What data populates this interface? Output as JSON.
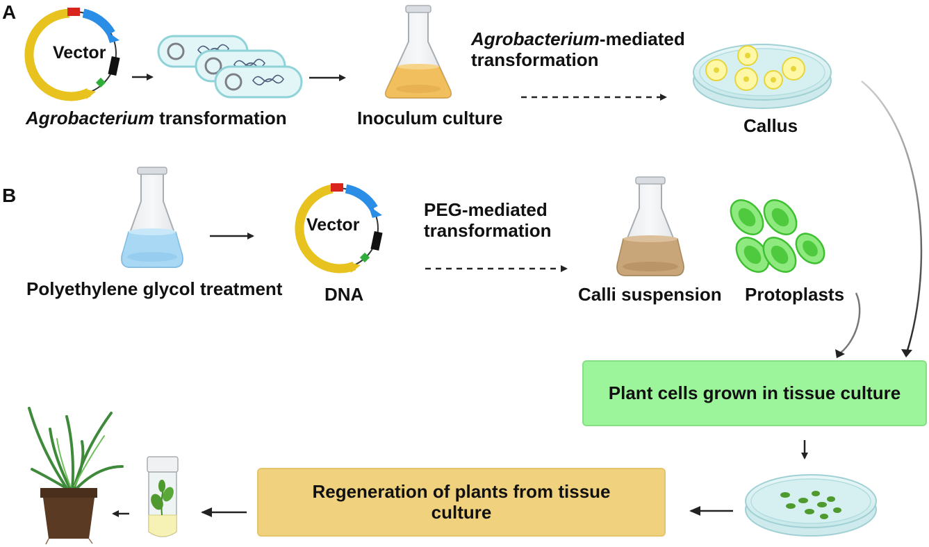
{
  "panels": {
    "a": "A",
    "b": "B"
  },
  "panel_a": {
    "vector_label": "Vector",
    "agro_italic": "Agrobacterium",
    "agro_rest": " transformation",
    "inoculum": "Inoculum culture",
    "mediated_italic": "Agrobacterium",
    "mediated_rest": "-mediated",
    "mediated_line2": "transformation",
    "callus": "Callus"
  },
  "panel_b": {
    "peg_treatment": "Polyethylene glycol treatment",
    "vector_label": "Vector",
    "dna": "DNA",
    "peg_line1": "PEG-mediated",
    "peg_line2": "transformation",
    "calli": "Calli suspension",
    "protoplasts": "Protoplasts"
  },
  "steps": {
    "tissue_culture": "Plant cells grown in tissue culture",
    "regeneration": "Regeneration of plants from tissue culture"
  },
  "colors": {
    "plasmid_yellow": "#e8c21f",
    "plasmid_blue": "#2a8de6",
    "plasmid_red": "#d9241e",
    "plasmid_green": "#2fae3a",
    "green_box": "#9cf59a",
    "gold_box": "#f0d27e",
    "inoculum_liquid": "#f1bf5e",
    "peg_liquid": "#a9d8f4",
    "calli_liquid": "#c9a679",
    "protoplast_green": "#5fd44f",
    "pot_brown": "#5a3a23"
  }
}
